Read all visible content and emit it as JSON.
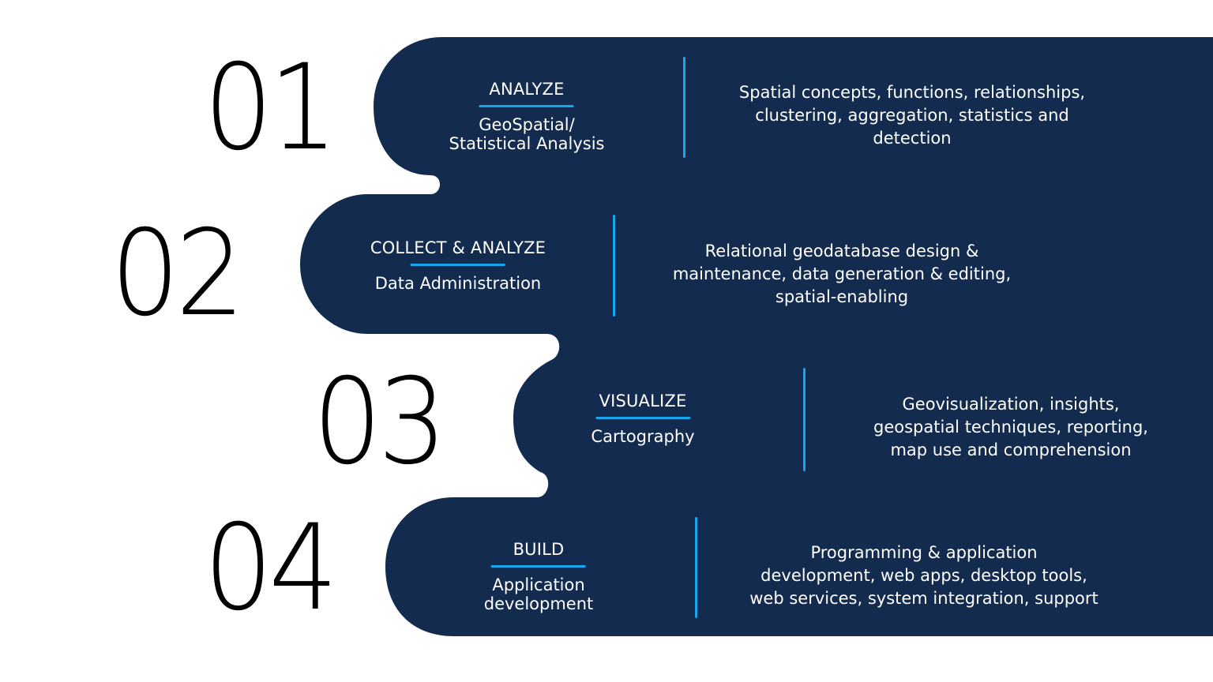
{
  "colors": {
    "panel": "#132b4f",
    "accent": "#14a6ee",
    "numerals": "#000000",
    "text_on_panel": "#ffffff",
    "background": "#ffffff"
  },
  "steps": [
    {
      "number": "01",
      "title": "ANALYZE",
      "subtitle_lines": [
        "GeoSpatial/",
        "Statistical Analysis"
      ],
      "description_lines": [
        "Spatial concepts, functions, relationships,",
        "clustering, aggregation, statistics and",
        "detection"
      ]
    },
    {
      "number": "02",
      "title": "COLLECT & ANALYZE",
      "subtitle_lines": [
        "Data Administration"
      ],
      "description_lines": [
        "Relational geodatabase design &",
        "maintenance, data generation & editing,",
        "spatial-enabling"
      ]
    },
    {
      "number": "03",
      "title": "VISUALIZE",
      "subtitle_lines": [
        "Cartography"
      ],
      "description_lines": [
        "Geovisualization, insights,",
        "geospatial techniques, reporting,",
        "map use and comprehension"
      ]
    },
    {
      "number": "04",
      "title": "BUILD",
      "subtitle_lines": [
        "Application",
        "development"
      ],
      "description_lines": [
        "Programming & application",
        "development, web apps, desktop tools,",
        "web services, system integration, support"
      ]
    }
  ]
}
